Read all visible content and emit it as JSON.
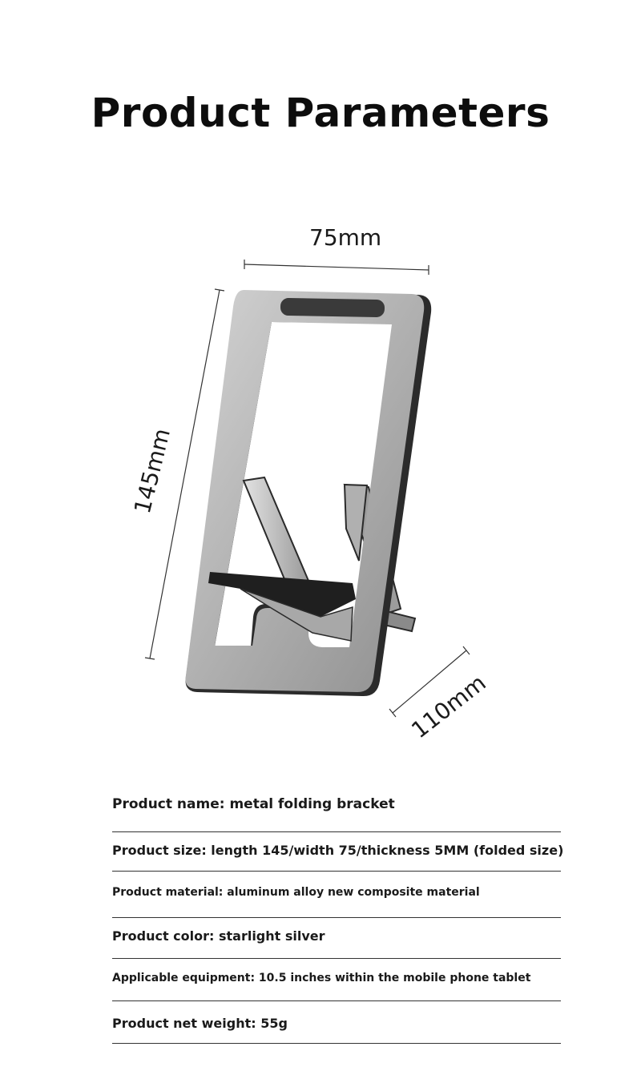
{
  "title": "Product Parameters",
  "dimensions": {
    "width": "75mm",
    "height": "145mm",
    "depth": "110mm"
  },
  "specs": [
    "Product name: metal folding bracket",
    "Product size: length 145/width 75/thickness 5MM (folded size)",
    "Product material: aluminum alloy new composite material",
    "Product color: starlight silver",
    "Applicable equipment: 10.5 inches within the mobile phone tablet",
    "Product net weight: 55g"
  ],
  "colors": {
    "frame_silver": "#b8b8b8",
    "frame_edge": "#2a2a2a",
    "pad_dark": "#3a3a3a"
  }
}
